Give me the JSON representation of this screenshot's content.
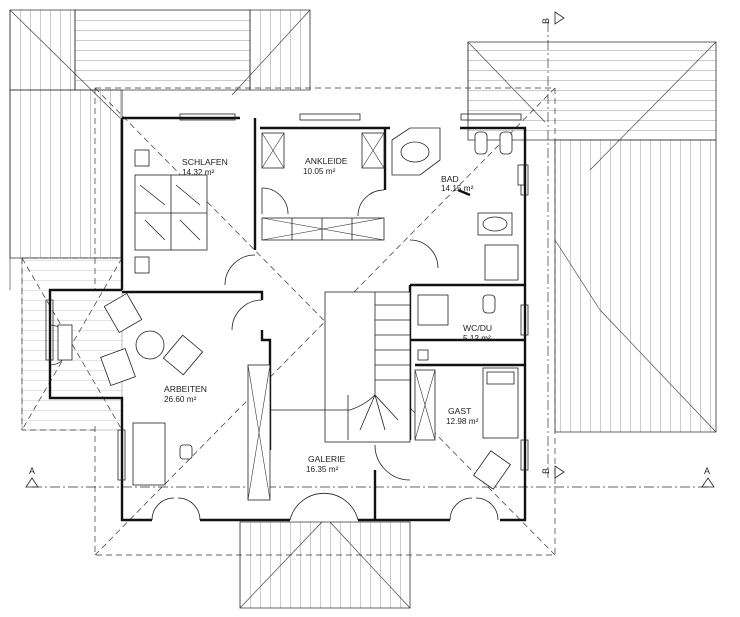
{
  "rooms": {
    "schlafen": {
      "name": "SCHLAFEN",
      "area": "14.32 m²"
    },
    "ankleide": {
      "name": "ANKLEIDE",
      "area": "10.05 m²"
    },
    "bad": {
      "name": "BAD",
      "area": "14.15 m²"
    },
    "wcdu": {
      "name": "WC/DU",
      "area": "5.12 m²"
    },
    "arbeiten": {
      "name": "ARBEITEN",
      "area": "26.60 m²"
    },
    "gast": {
      "name": "GAST",
      "area": "12.98 m²"
    },
    "galerie": {
      "name": "GALERIE",
      "area": "16.35 m²"
    }
  },
  "section_markers": {
    "a_left": "A",
    "a_right": "A",
    "b_top": "B",
    "b_bottom": "B"
  }
}
